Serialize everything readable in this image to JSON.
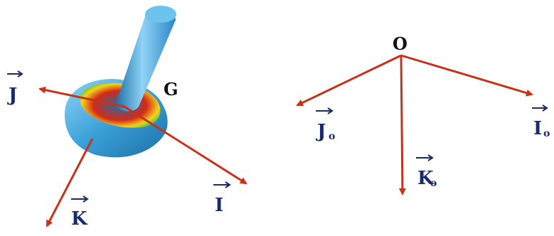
{
  "colors": {
    "axis": "#c8321a",
    "label": "#1a2a6c",
    "point_label": "#111111",
    "body_main": "#3aa0d8",
    "body_light": "#8fd3f5",
    "body_dark": "#1c6fa5",
    "interior_red": "#d42a1a",
    "interior_yellow": "#f2d21c",
    "interior_green": "#3bbf3b"
  },
  "left_frame": {
    "point": "G",
    "axes": [
      {
        "id": "J",
        "letter": "J",
        "subscript": ""
      },
      {
        "id": "K",
        "letter": "K",
        "subscript": ""
      },
      {
        "id": "I",
        "letter": "I",
        "subscript": ""
      }
    ],
    "object": "spinning-top"
  },
  "right_frame": {
    "point": "O",
    "axes": [
      {
        "id": "J0",
        "letter": "J",
        "subscript": "o"
      },
      {
        "id": "K0",
        "letter": "K",
        "subscript": "o"
      },
      {
        "id": "I0",
        "letter": "I",
        "subscript": "o"
      }
    ]
  }
}
